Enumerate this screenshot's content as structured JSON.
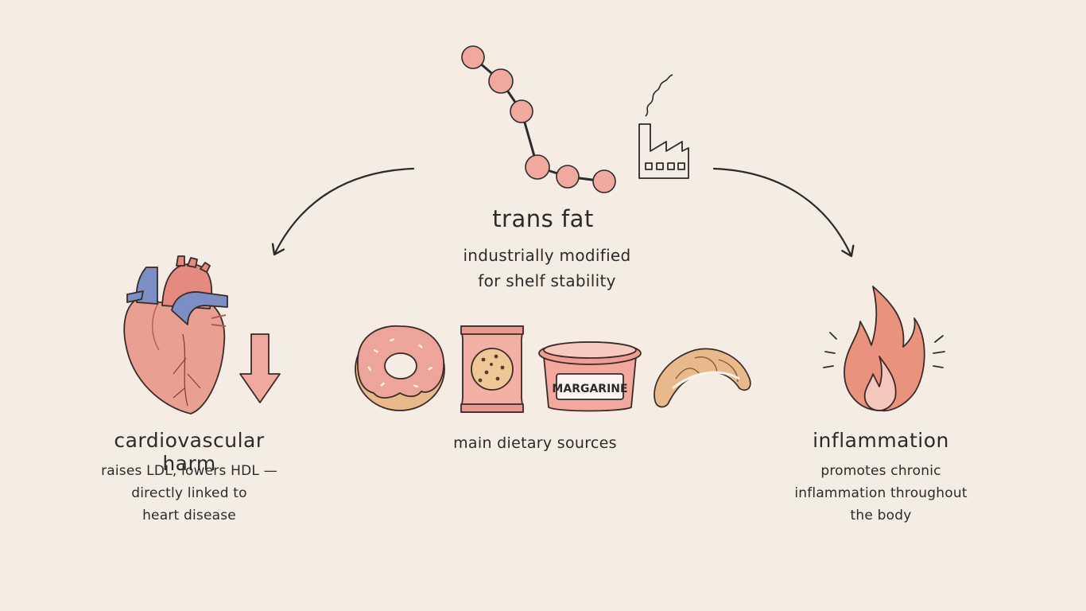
{
  "center": {
    "title": "trans fat",
    "subtitle_lines": [
      "industrially modified",
      "for shelf stability"
    ],
    "sources_caption": "main dietary sources",
    "sources": {
      "donut_icon": "donut-icon",
      "cookie_pack_icon": "cookie-package-icon",
      "margarine_label": "MARGARINE",
      "croissant_icon": "croissant-icon"
    },
    "molecule_icon": "fat-molecule-chain-icon",
    "factory_icon": "factory-icon"
  },
  "left": {
    "title": "cardiovascular harm",
    "lines": [
      "raises LDL, lowers HDL —",
      "directly linked to",
      "heart disease"
    ],
    "heart_icon": "heart-icon",
    "arrow_icon": "down-arrow-icon"
  },
  "right": {
    "title": "inflammation",
    "lines": [
      "promotes chronic",
      "inflammation throughout",
      "the body"
    ],
    "flame_icon": "flame-icon"
  },
  "colors": {
    "background": "#f5ede4",
    "ink": "#2b2b2b",
    "pink": "#e9a092",
    "pink_dark": "#c96a5c",
    "blue": "#7b8fc4",
    "dough": "#e8b98a"
  }
}
